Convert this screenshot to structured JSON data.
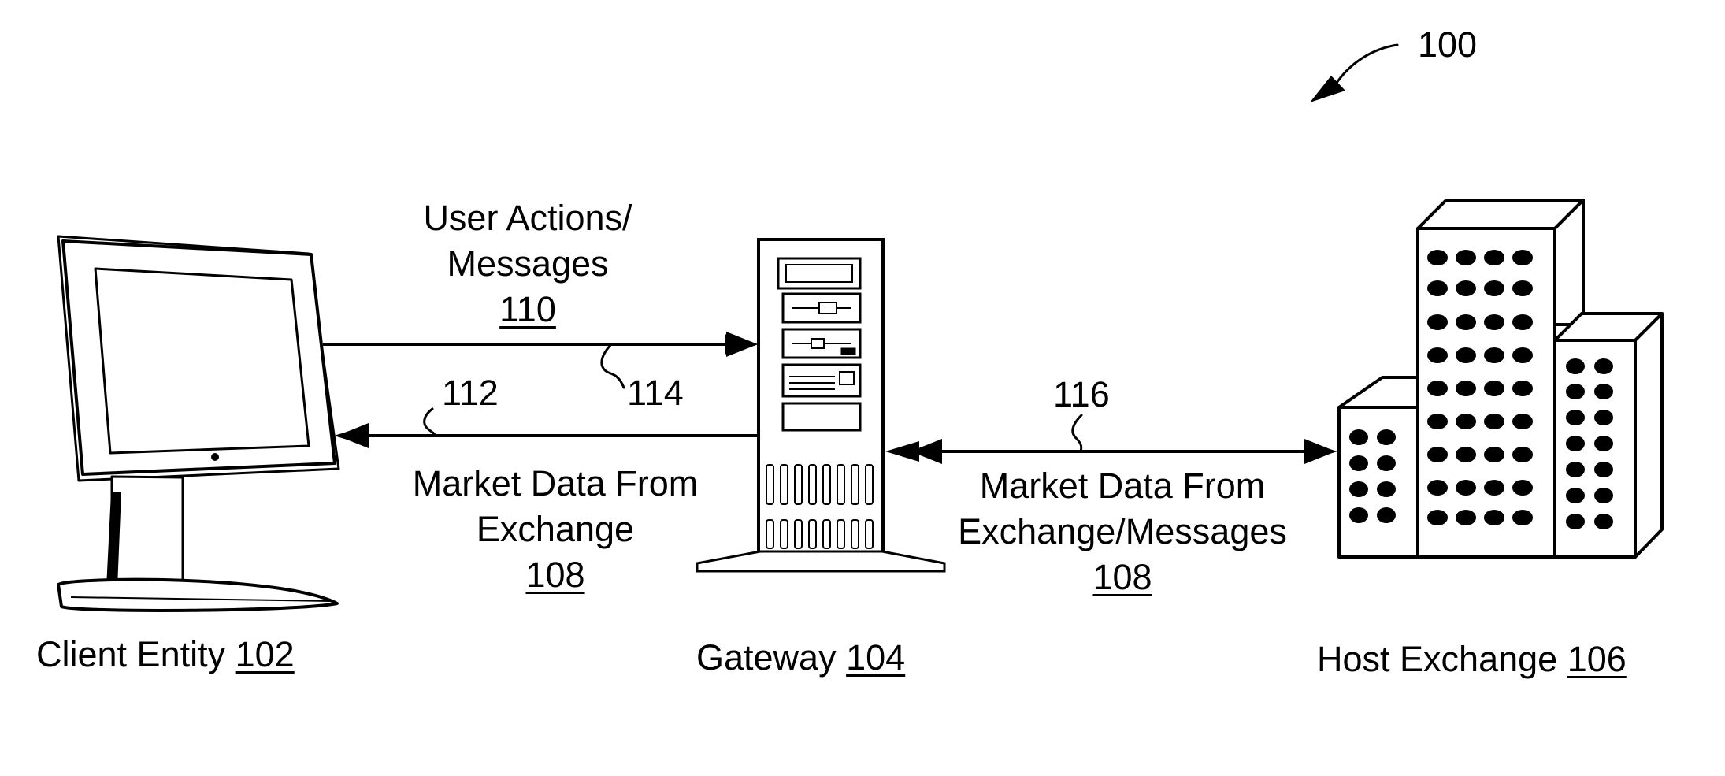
{
  "figure_ref": "100",
  "client": {
    "name": "Client Entity",
    "ref": "102"
  },
  "gateway": {
    "name": "Gateway",
    "ref": "104"
  },
  "host_exchange": {
    "name": "Host Exchange",
    "ref": "106"
  },
  "user_actions": {
    "line1": "User Actions/",
    "line2": "Messages",
    "ref": "110"
  },
  "market_data_client": {
    "line1": "Market Data From",
    "line2": "Exchange",
    "ref": "108"
  },
  "market_data_exchange": {
    "line1": "Market Data From",
    "line2": "Exchange/Messages",
    "ref": "108"
  },
  "link_refs": {
    "outbound_link": "114",
    "return_link": "112",
    "exchange_link": "116"
  }
}
